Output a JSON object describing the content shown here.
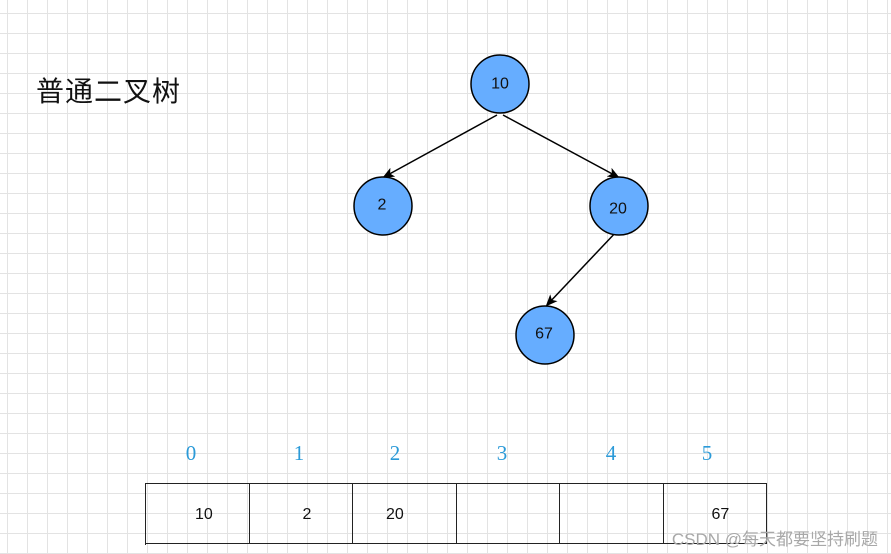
{
  "title": "普通二叉树",
  "tree": {
    "nodes": [
      {
        "id": "root",
        "value": "10"
      },
      {
        "id": "left",
        "value": "2"
      },
      {
        "id": "right",
        "value": "20"
      },
      {
        "id": "right-left",
        "value": "67"
      }
    ],
    "edges": [
      {
        "from": "root",
        "to": "left"
      },
      {
        "from": "root",
        "to": "right"
      },
      {
        "from": "right",
        "to": "right-left"
      }
    ],
    "node_fill": "#66adff",
    "node_stroke": "#000000"
  },
  "array": {
    "indices": [
      "0",
      "1",
      "2",
      "3",
      "4",
      "5"
    ],
    "values": [
      "10",
      "2",
      "20",
      "",
      "",
      "67"
    ],
    "index_color": "#2b9ad8"
  },
  "watermark": "CSDN @每天都要坚持刷题"
}
